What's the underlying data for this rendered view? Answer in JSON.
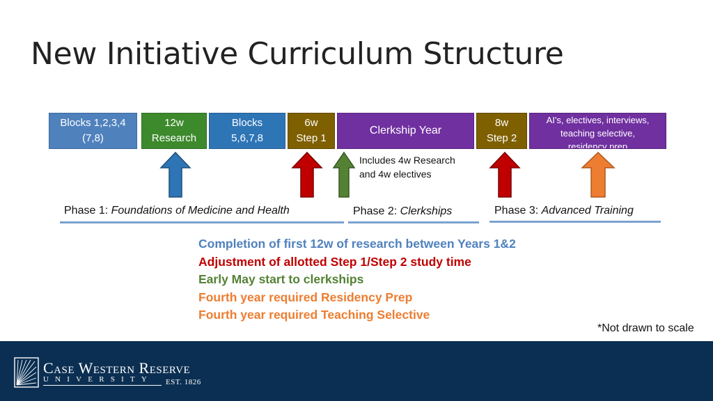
{
  "title": "New Initiative Curriculum Structure",
  "boxes": {
    "blocks1": "Blocks 1,2,3,4\n(7,8)",
    "research12": "12w\nResearch",
    "blocks5": "Blocks\n5,6,7,8",
    "step1": "6w\nStep 1",
    "clerkship": "Clerkship Year",
    "step2": "8w\nStep 2",
    "ai": "AI's, electives, interviews,\nteaching selective,\nresidency prep"
  },
  "colors": {
    "blue_box": "#4f81bd",
    "research_green": "#3d8a2d",
    "blocks_blue": "#2e75b6",
    "step_olive": "#7f6000",
    "purple": "#7030a0",
    "arrow_blue": "#2e75b6",
    "arrow_red": "#c00000",
    "arrow_green": "#548235",
    "arrow_orange": "#ed7d31"
  },
  "arrows": [
    "blue-up-arrow",
    "red-up-arrow",
    "green-up-arrow",
    "red-up-arrow",
    "orange-up-arrow"
  ],
  "clerkship_note": "Includes 4w Research\nand 4w electives",
  "phases": {
    "p1_label": "Phase 1:  ",
    "p1_name": "Foundations of Medicine and Health",
    "p2_label": "Phase 2:  ",
    "p2_name": "Clerkships",
    "p3_label": "Phase 3:  ",
    "p3_name": "Advanced Training"
  },
  "bullets": [
    {
      "text": "Completion of first 12w of research between Years 1&2",
      "color": "#4f81bd"
    },
    {
      "text": "Adjustment of allotted Step 1/Step 2 study time",
      "color": "#c00000"
    },
    {
      "text": "Early May start to clerkships",
      "color": "#548235"
    },
    {
      "text": "Fourth year required Residency Prep",
      "color": "#ed7d31"
    },
    {
      "text": "Fourth year required Teaching Selective",
      "color": "#ed7d31"
    }
  ],
  "scale_note": "*Not drawn to scale",
  "footer": {
    "logo_line1": "Case Western Reserve",
    "logo_line2": "UNIVERSITY",
    "logo_est": "EST. 1826"
  }
}
